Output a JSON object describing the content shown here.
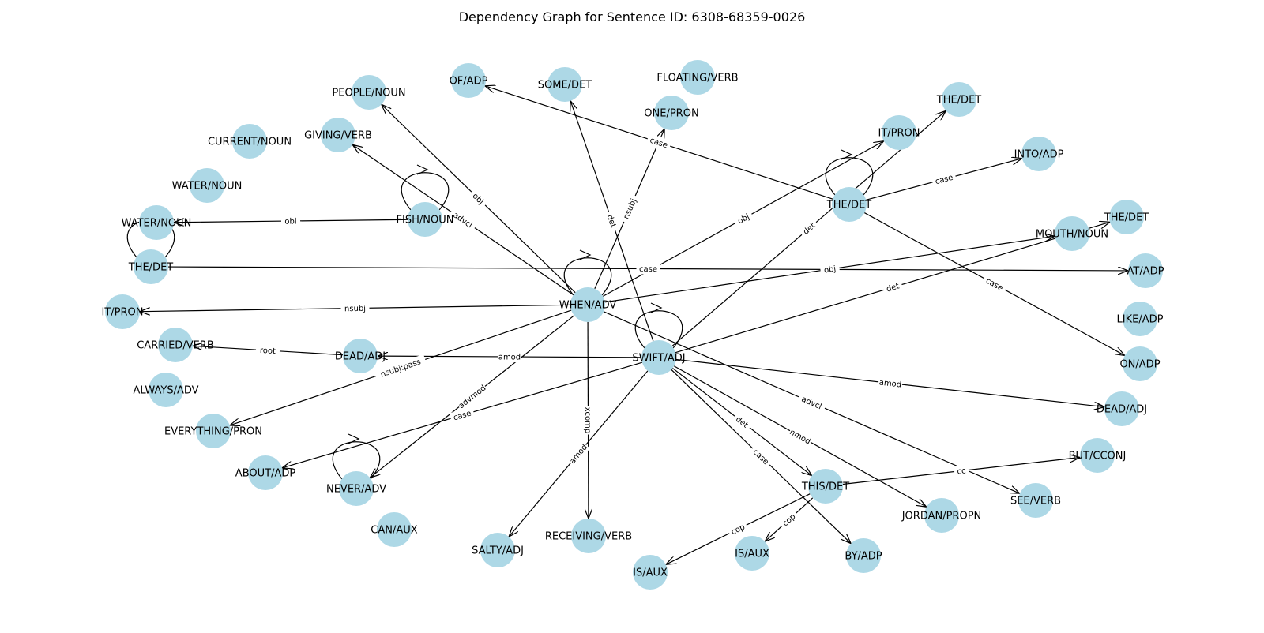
{
  "title": "Dependency Graph for Sentence ID: 6308-68359-0026",
  "nodes": [
    {
      "id": "OF_ADP",
      "label": "OF/ADP"
    },
    {
      "id": "SOME_DET",
      "label": "SOME/DET"
    },
    {
      "id": "FLOATING_VERB",
      "label": "FLOATING/VERB"
    },
    {
      "id": "PEOPLE_NOUN",
      "label": "PEOPLE/NOUN"
    },
    {
      "id": "ONE_PRON",
      "label": "ONE/PRON"
    },
    {
      "id": "THE_DET_1",
      "label": "THE/DET"
    },
    {
      "id": "CURRENT_NOUN",
      "label": "CURRENT/NOUN"
    },
    {
      "id": "GIVING_VERB",
      "label": "GIVING/VERB"
    },
    {
      "id": "IT_PRON_1",
      "label": "IT/PRON"
    },
    {
      "id": "INTO_ADP",
      "label": "INTO/ADP"
    },
    {
      "id": "WATER_NOUN_1",
      "label": "WATER/NOUN"
    },
    {
      "id": "FISH_NOUN",
      "label": "FISH/NOUN"
    },
    {
      "id": "THE_DET_2",
      "label": "THE/DET"
    },
    {
      "id": "WATER_NOUN_2",
      "label": "WATER/NOUN"
    },
    {
      "id": "THE_DET_3",
      "label": "THE/DET"
    },
    {
      "id": "MOUTH_NOUN",
      "label": "MOUTH/NOUN"
    },
    {
      "id": "THE_DET_4",
      "label": "THE/DET"
    },
    {
      "id": "AT_ADP",
      "label": "AT/ADP"
    },
    {
      "id": "WHEN_ADV",
      "label": "WHEN/ADV"
    },
    {
      "id": "IT_PRON_2",
      "label": "IT/PRON"
    },
    {
      "id": "LIKE_ADP",
      "label": "LIKE/ADP"
    },
    {
      "id": "CARRIED_VERB",
      "label": "CARRIED/VERB"
    },
    {
      "id": "DEAD_ADJ_1",
      "label": "DEAD/ADJ"
    },
    {
      "id": "SWIFT_ADJ",
      "label": "SWIFT/ADJ"
    },
    {
      "id": "ON_ADP",
      "label": "ON/ADP"
    },
    {
      "id": "ALWAYS_ADV",
      "label": "ALWAYS/ADV"
    },
    {
      "id": "DEAD_ADJ_2",
      "label": "DEAD/ADJ"
    },
    {
      "id": "EVERYTHING_PRON",
      "label": "EVERYTHING/PRON"
    },
    {
      "id": "BUT_CCONJ",
      "label": "BUT/CCONJ"
    },
    {
      "id": "ABOUT_ADP",
      "label": "ABOUT/ADP"
    },
    {
      "id": "NEVER_ADV",
      "label": "NEVER/ADV"
    },
    {
      "id": "THIS_DET",
      "label": "THIS/DET"
    },
    {
      "id": "SEE_VERB",
      "label": "SEE/VERB"
    },
    {
      "id": "JORDAN_PROPN",
      "label": "JORDAN/PROPN"
    },
    {
      "id": "CAN_AUX",
      "label": "CAN/AUX"
    },
    {
      "id": "RECEIVING_VERB",
      "label": "RECEIVING/VERB"
    },
    {
      "id": "SALTY_ADJ",
      "label": "SALTY/ADJ"
    },
    {
      "id": "IS_AUX_1",
      "label": "IS/AUX"
    },
    {
      "id": "BY_ADP",
      "label": "BY/ADP"
    },
    {
      "id": "IS_AUX_2",
      "label": "IS/AUX"
    }
  ],
  "edges": [
    {
      "from": "WHEN_ADV",
      "to": "PEOPLE_NOUN",
      "label": "obj"
    },
    {
      "from": "WHEN_ADV",
      "to": "GIVING_VERB",
      "label": "advcl"
    },
    {
      "from": "WHEN_ADV",
      "to": "ONE_PRON",
      "label": "nsubj"
    },
    {
      "from": "WHEN_ADV",
      "to": "IT_PRON_1",
      "label": "obj"
    },
    {
      "from": "WHEN_ADV",
      "to": "MOUTH_NOUN",
      "label": "obj"
    },
    {
      "from": "WHEN_ADV",
      "to": "IT_PRON_2",
      "label": "nsubj"
    },
    {
      "from": "WHEN_ADV",
      "to": "EVERYTHING_PRON",
      "label": "nsubj:pass"
    },
    {
      "from": "WHEN_ADV",
      "to": "NEVER_ADV",
      "label": "advmod"
    },
    {
      "from": "WHEN_ADV",
      "to": "RECEIVING_VERB",
      "label": "xcomp"
    },
    {
      "from": "WHEN_ADV",
      "to": "SEE_VERB",
      "label": "advcl"
    },
    {
      "from": "WHEN_ADV",
      "to": "WHEN_ADV",
      "label": ""
    },
    {
      "from": "SWIFT_ADJ",
      "to": "SOME_DET",
      "label": "det"
    },
    {
      "from": "SWIFT_ADJ",
      "to": "THE_DET_1",
      "label": "det"
    },
    {
      "from": "SWIFT_ADJ",
      "to": "THE_DET_2",
      "label": "det"
    },
    {
      "from": "SWIFT_ADJ",
      "to": "DEAD_ADJ_1",
      "label": "amod"
    },
    {
      "from": "SWIFT_ADJ",
      "to": "DEAD_ADJ_2",
      "label": "amod"
    },
    {
      "from": "SWIFT_ADJ",
      "to": "ABOUT_ADP",
      "label": "case"
    },
    {
      "from": "SWIFT_ADJ",
      "to": "SALTY_ADJ",
      "label": "amod"
    },
    {
      "from": "SWIFT_ADJ",
      "to": "THIS_DET",
      "label": "det"
    },
    {
      "from": "SWIFT_ADJ",
      "to": "BY_ADP",
      "label": "case"
    },
    {
      "from": "SWIFT_ADJ",
      "to": "JORDAN_PROPN",
      "label": "nmod"
    },
    {
      "from": "SWIFT_ADJ",
      "to": "SWIFT_ADJ",
      "label": ""
    },
    {
      "from": "THE_DET_3",
      "to": "OF_ADP",
      "label": "case"
    },
    {
      "from": "THE_DET_3",
      "to": "INTO_ADP",
      "label": "case"
    },
    {
      "from": "THE_DET_3",
      "to": "ON_ADP",
      "label": "case"
    },
    {
      "from": "THE_DET_3",
      "to": "THE_DET_3",
      "label": ""
    },
    {
      "from": "FISH_NOUN",
      "to": "WATER_NOUN_2",
      "label": "obl"
    },
    {
      "from": "FISH_NOUN",
      "to": "FISH_NOUN",
      "label": ""
    },
    {
      "from": "DEAD_ADJ_1",
      "to": "CARRIED_VERB",
      "label": "root"
    },
    {
      "from": "THE_DET_4",
      "to": "AT_ADP",
      "label": "case"
    },
    {
      "from": "THE_DET_4",
      "to": "THE_DET_4",
      "label": ""
    },
    {
      "from": "THIS_DET",
      "to": "IS_AUX_1",
      "label": "cop"
    },
    {
      "from": "THIS_DET",
      "to": "IS_AUX_2",
      "label": "cop"
    },
    {
      "from": "THIS_DET",
      "to": "BUT_CCONJ",
      "label": "cc"
    },
    {
      "from": "NEVER_ADV",
      "to": "NEVER_ADV",
      "label": ""
    }
  ]
}
